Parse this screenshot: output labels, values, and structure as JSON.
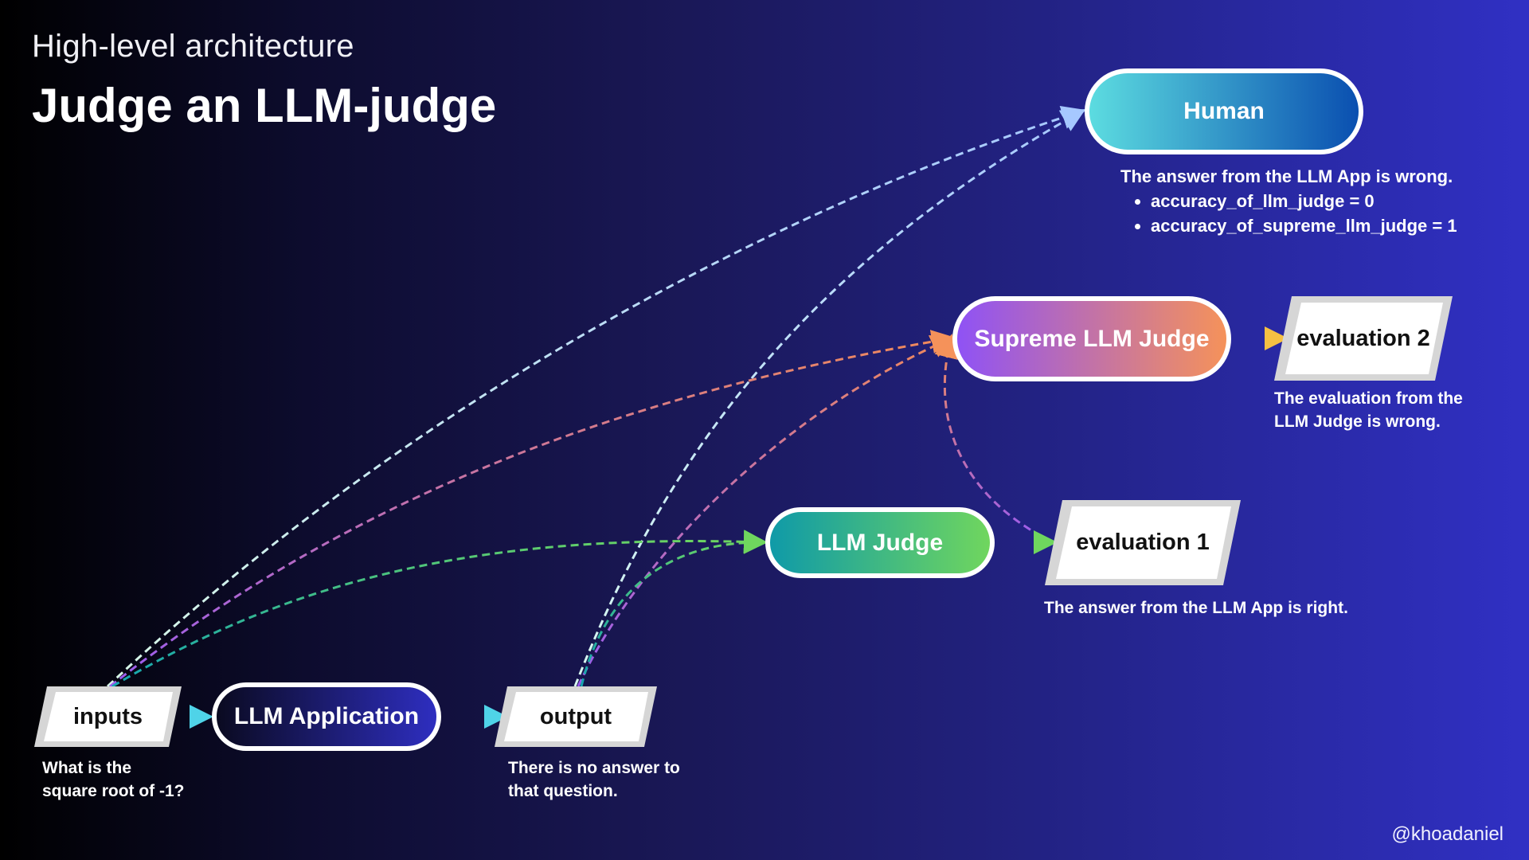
{
  "header": {
    "subtitle": "High-level architecture",
    "title": "Judge an LLM-judge"
  },
  "nodes": {
    "inputs": {
      "label": "inputs",
      "note_lines": [
        "What is the",
        "square root of -1?"
      ]
    },
    "llm_application": {
      "label": "LLM Application"
    },
    "output": {
      "label": "output",
      "note_lines": [
        "There is no answer to",
        "that question."
      ]
    },
    "llm_judge": {
      "label": "LLM Judge"
    },
    "evaluation_1": {
      "label": "evaluation 1",
      "note": "The answer from the LLM App is right."
    },
    "supreme_llm_judge": {
      "label": "Supreme LLM Judge"
    },
    "evaluation_2": {
      "label": "evaluation 2",
      "note_lines": [
        "The evaluation from the",
        "LLM Judge is wrong."
      ]
    },
    "human": {
      "label": "Human",
      "note": "The answer from the LLM App is wrong.",
      "bullets": [
        "accuracy_of_llm_judge = 0",
        "accuracy_of_supreme_llm_judge = 1"
      ]
    }
  },
  "edges": [
    {
      "from": "inputs",
      "to": "llm_application",
      "style": "solid"
    },
    {
      "from": "llm_application",
      "to": "output",
      "style": "solid"
    },
    {
      "from": "llm_judge",
      "to": "evaluation_1",
      "style": "solid"
    },
    {
      "from": "supreme_llm_judge",
      "to": "evaluation_2",
      "style": "solid"
    },
    {
      "from": "inputs",
      "to": "llm_judge",
      "style": "dashed"
    },
    {
      "from": "output",
      "to": "llm_judge",
      "style": "dashed"
    },
    {
      "from": "inputs",
      "to": "supreme_llm_judge",
      "style": "dashed"
    },
    {
      "from": "output",
      "to": "supreme_llm_judge",
      "style": "dashed"
    },
    {
      "from": "evaluation_1",
      "to": "supreme_llm_judge",
      "style": "dashed"
    },
    {
      "from": "inputs",
      "to": "human",
      "style": "dashed"
    },
    {
      "from": "output",
      "to": "human",
      "style": "dashed"
    }
  ],
  "colors": {
    "human_gradient": [
      "#5cdce0",
      "#0a4fb0"
    ],
    "supreme_gradient": [
      "#8f52f5",
      "#f5925a"
    ],
    "judge_gradient": [
      "#0f9aa8",
      "#70d65e"
    ],
    "app_gradient": [
      "#0a0a20",
      "#2e2ec0"
    ],
    "human_wire": "#a6c8ff",
    "supreme_wire": "#f08a5a",
    "judge_wire": "#5ccf6a"
  },
  "footer": {
    "handle": "@khoadaniel"
  }
}
